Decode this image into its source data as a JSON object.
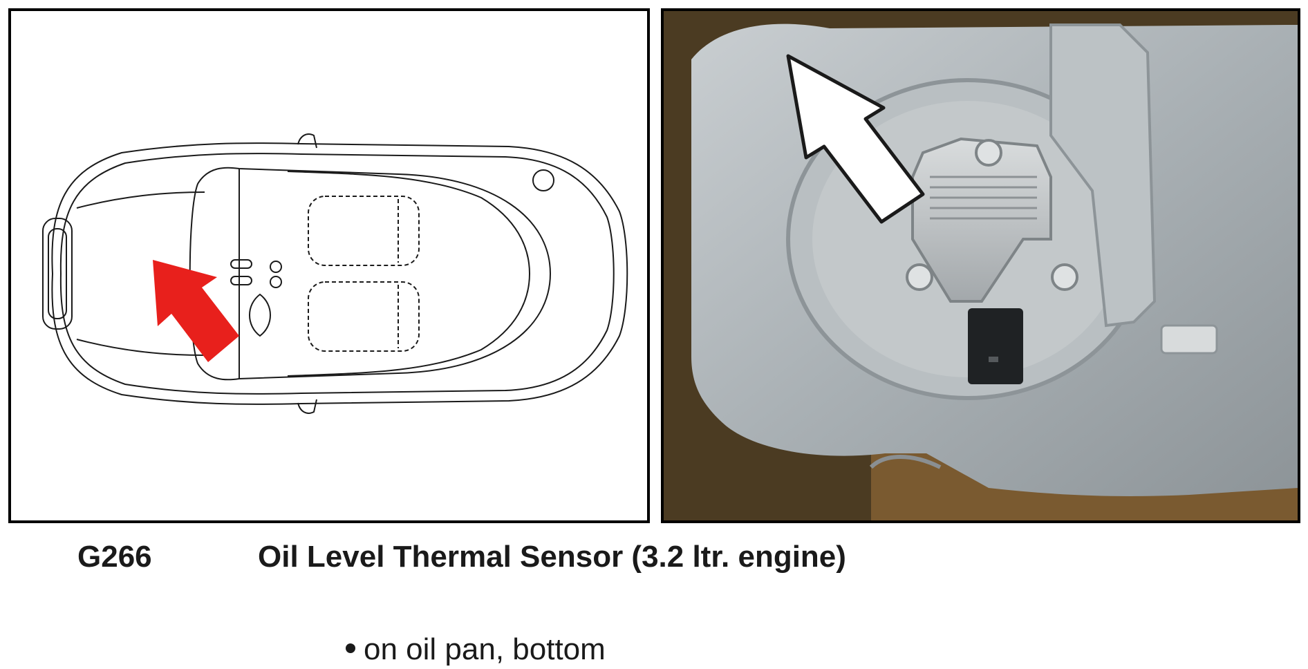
{
  "caption": {
    "component_code": "G266",
    "component_name": "Oil Level Thermal Sensor (3.2 ltr. engine)",
    "location": "on oil pan, bottom"
  },
  "icons": {
    "diagram": "car-top-view-diagram",
    "diagram_arrow": "red-arrow-icon",
    "photo": "oil-pan-sensor-photo",
    "photo_arrow": "white-arrow-icon"
  },
  "colors": {
    "diagram_arrow": "#e8201c",
    "photo_arrow": "#ffffff",
    "border": "#000000"
  }
}
